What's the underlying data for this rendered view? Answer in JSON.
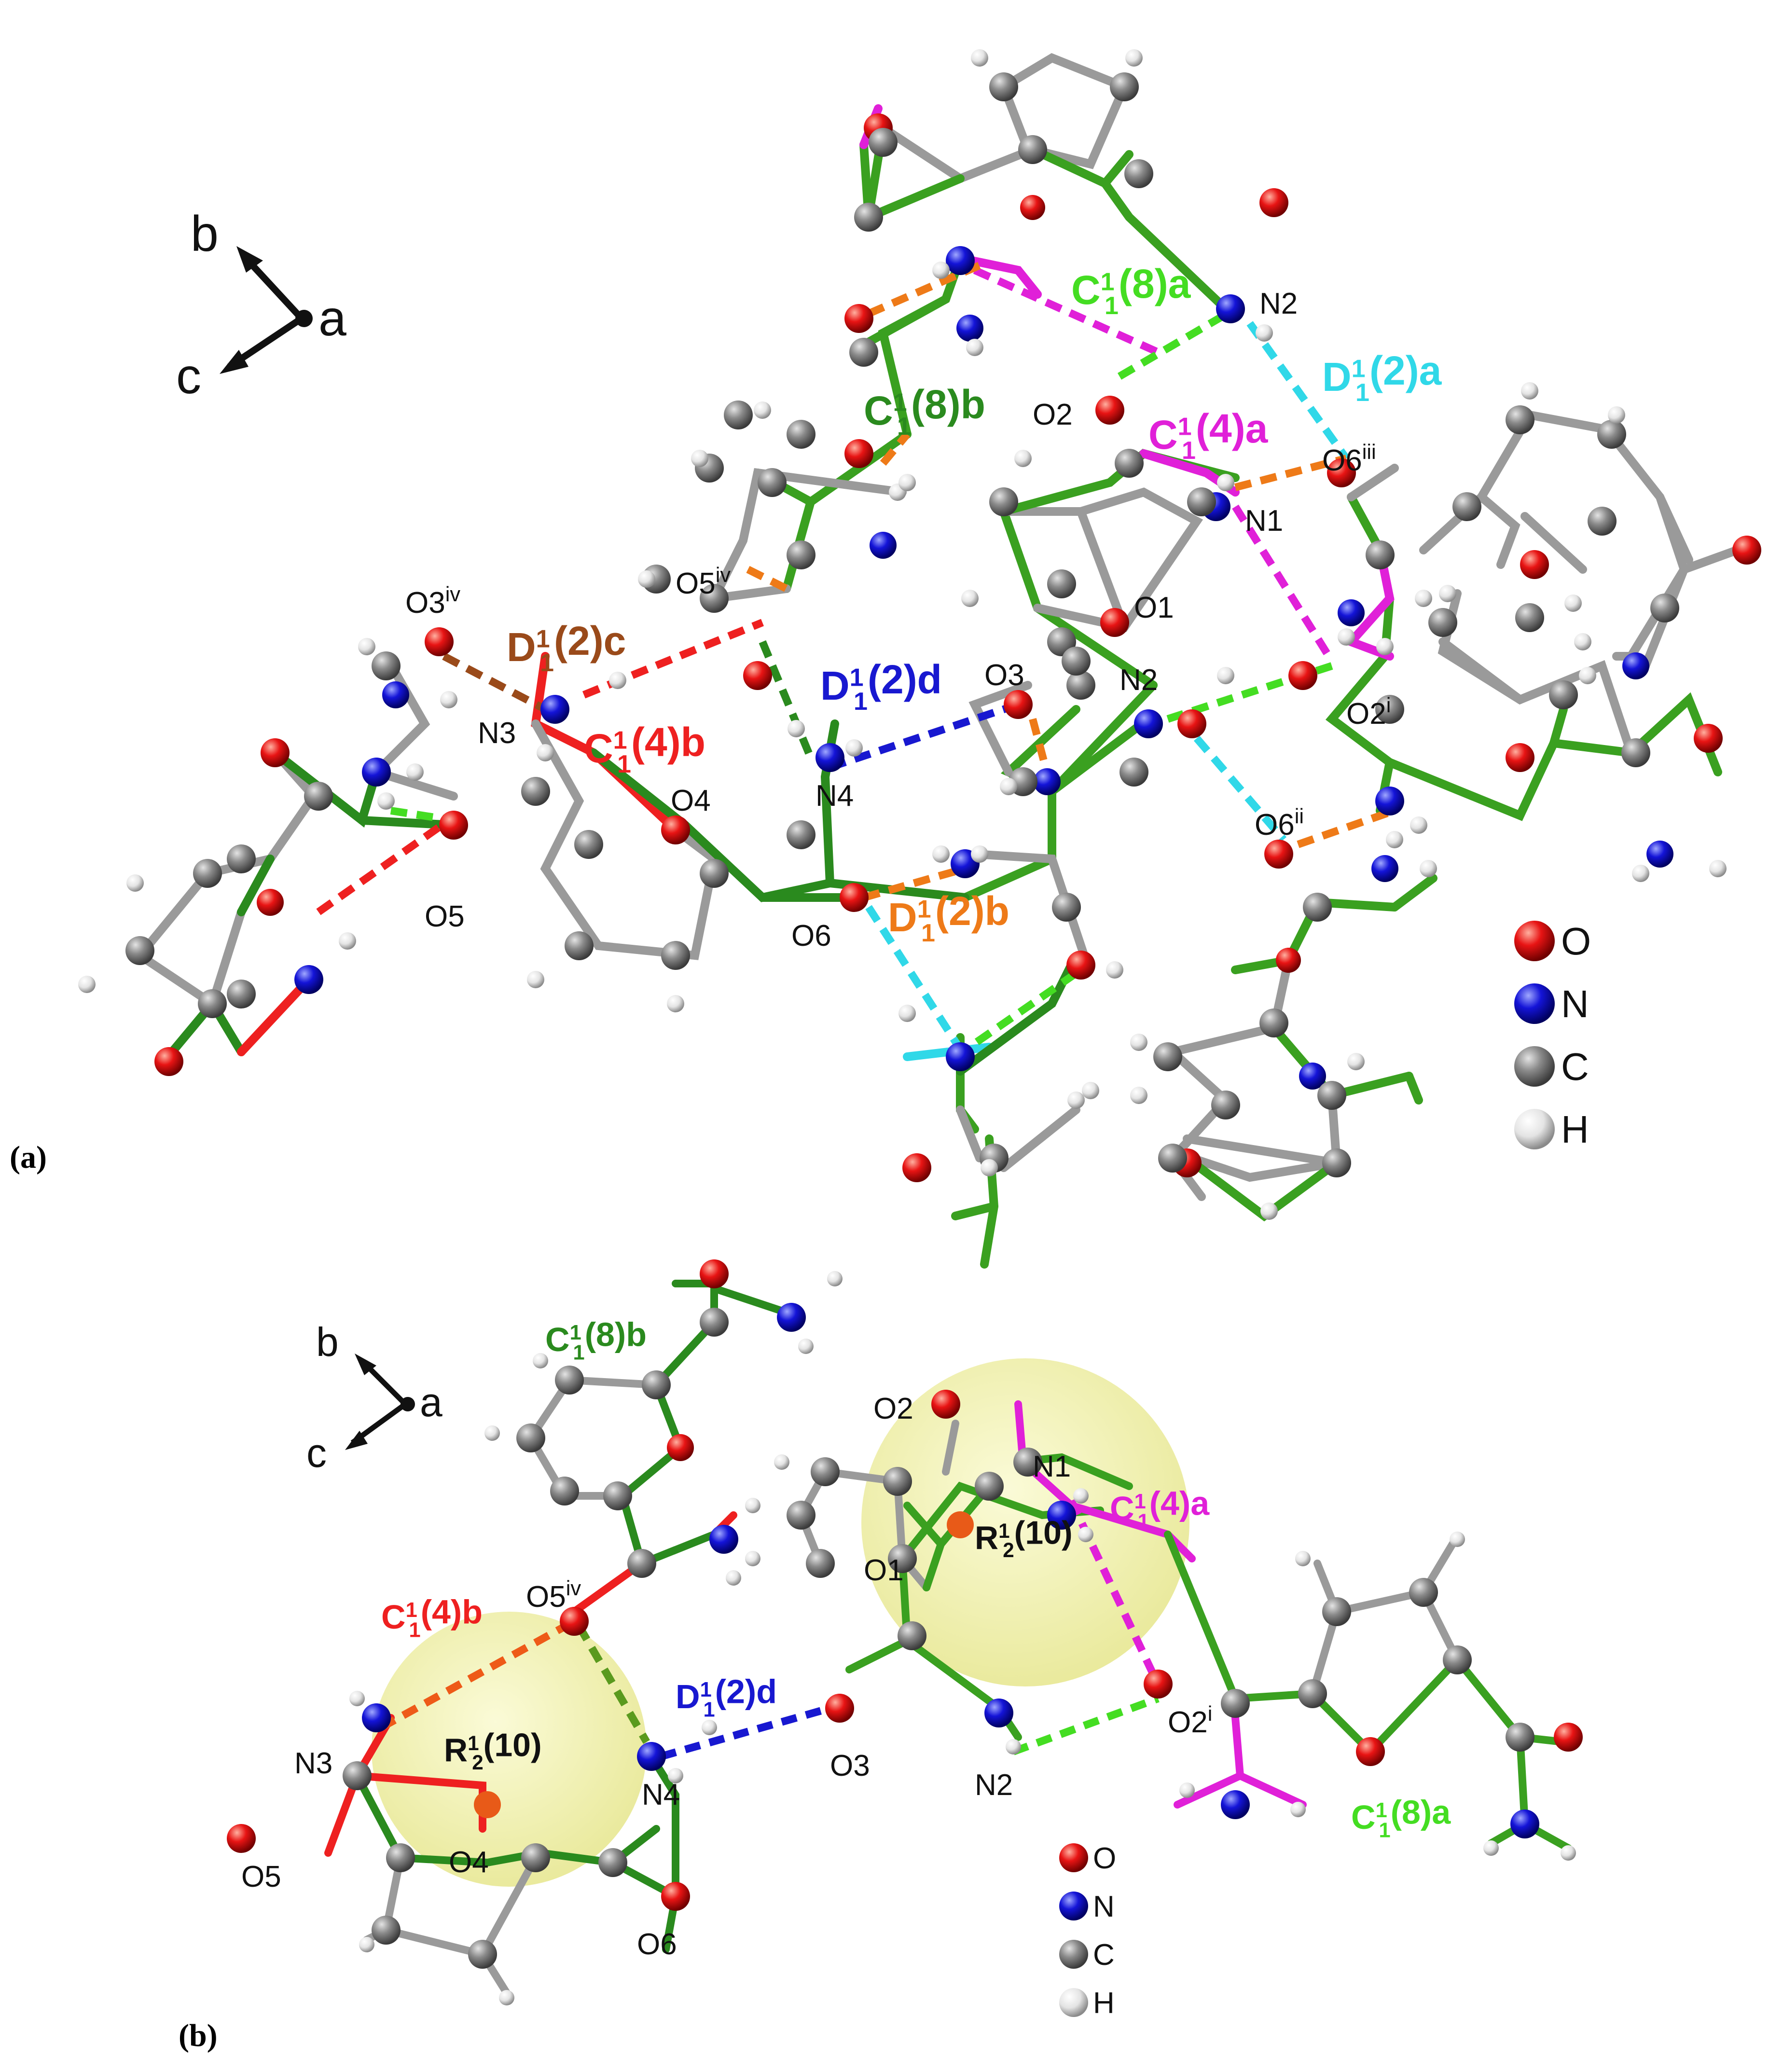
{
  "panels": {
    "a": {
      "label": "(a)",
      "atoms": {
        "O2": "O2",
        "N2": "N2",
        "O6iii": "O6iii",
        "N1": "N1",
        "O1": "O1",
        "O3iv": "O3iv",
        "O5iv": "O5iv",
        "O3": "O3",
        "N3": "N3",
        "N4": "N4",
        "O2i": "O2i",
        "O4": "O4",
        "O6ii": "O6ii",
        "O5": "O5",
        "O6": "O6"
      },
      "motifs": {
        "C8a": "C(8)a",
        "D2a": "D(2)a",
        "C8b": "C(8)b",
        "C4a": "C(4)a",
        "D2c": "D(2)c",
        "D2d": "D(2)d",
        "C4b": "C(4)b",
        "D2b": "D(2)b"
      },
      "sup": "1",
      "sub": "1",
      "axes": {
        "b": "b",
        "a": "a",
        "c": "c"
      },
      "legend": [
        "O",
        "N",
        "C",
        "H"
      ]
    },
    "b": {
      "label": "(b)",
      "atoms": {
        "O2": "O2",
        "N1": "N1",
        "O1": "O1",
        "O5iv": "O5iv",
        "N3": "N3",
        "O2i": "O2i",
        "O3": "O3",
        "N4": "N4",
        "N2": "N2",
        "O4": "O4",
        "O5": "O5",
        "O6": "O6"
      },
      "motifs": {
        "C8b": "C(8)b",
        "C4a": "C(4)a",
        "C4b": "C(4)b",
        "D2d": "D(2)d",
        "C8a": "C(8)a"
      },
      "rings": {
        "left": "R(10)",
        "right": "R(10)"
      },
      "ring_sup": "1",
      "ring_sub": "2",
      "axes": {
        "b": "b",
        "a": "a",
        "c": "c"
      },
      "legend": [
        "O",
        "N",
        "C",
        "H"
      ]
    }
  },
  "colors": {
    "O": "#e01010",
    "N": "#1010d0",
    "C": "#808080",
    "H": "#e8e8e8",
    "green_dark": "#2a8a1e",
    "green_light": "#44dd22",
    "magenta": "#e020d8",
    "red": "#ee2020",
    "cyan": "#30d8e8",
    "orange": "#ee7a18",
    "brown": "#9a4a1a",
    "blue": "#1818d0",
    "ring_fill": "#eeeea0"
  }
}
